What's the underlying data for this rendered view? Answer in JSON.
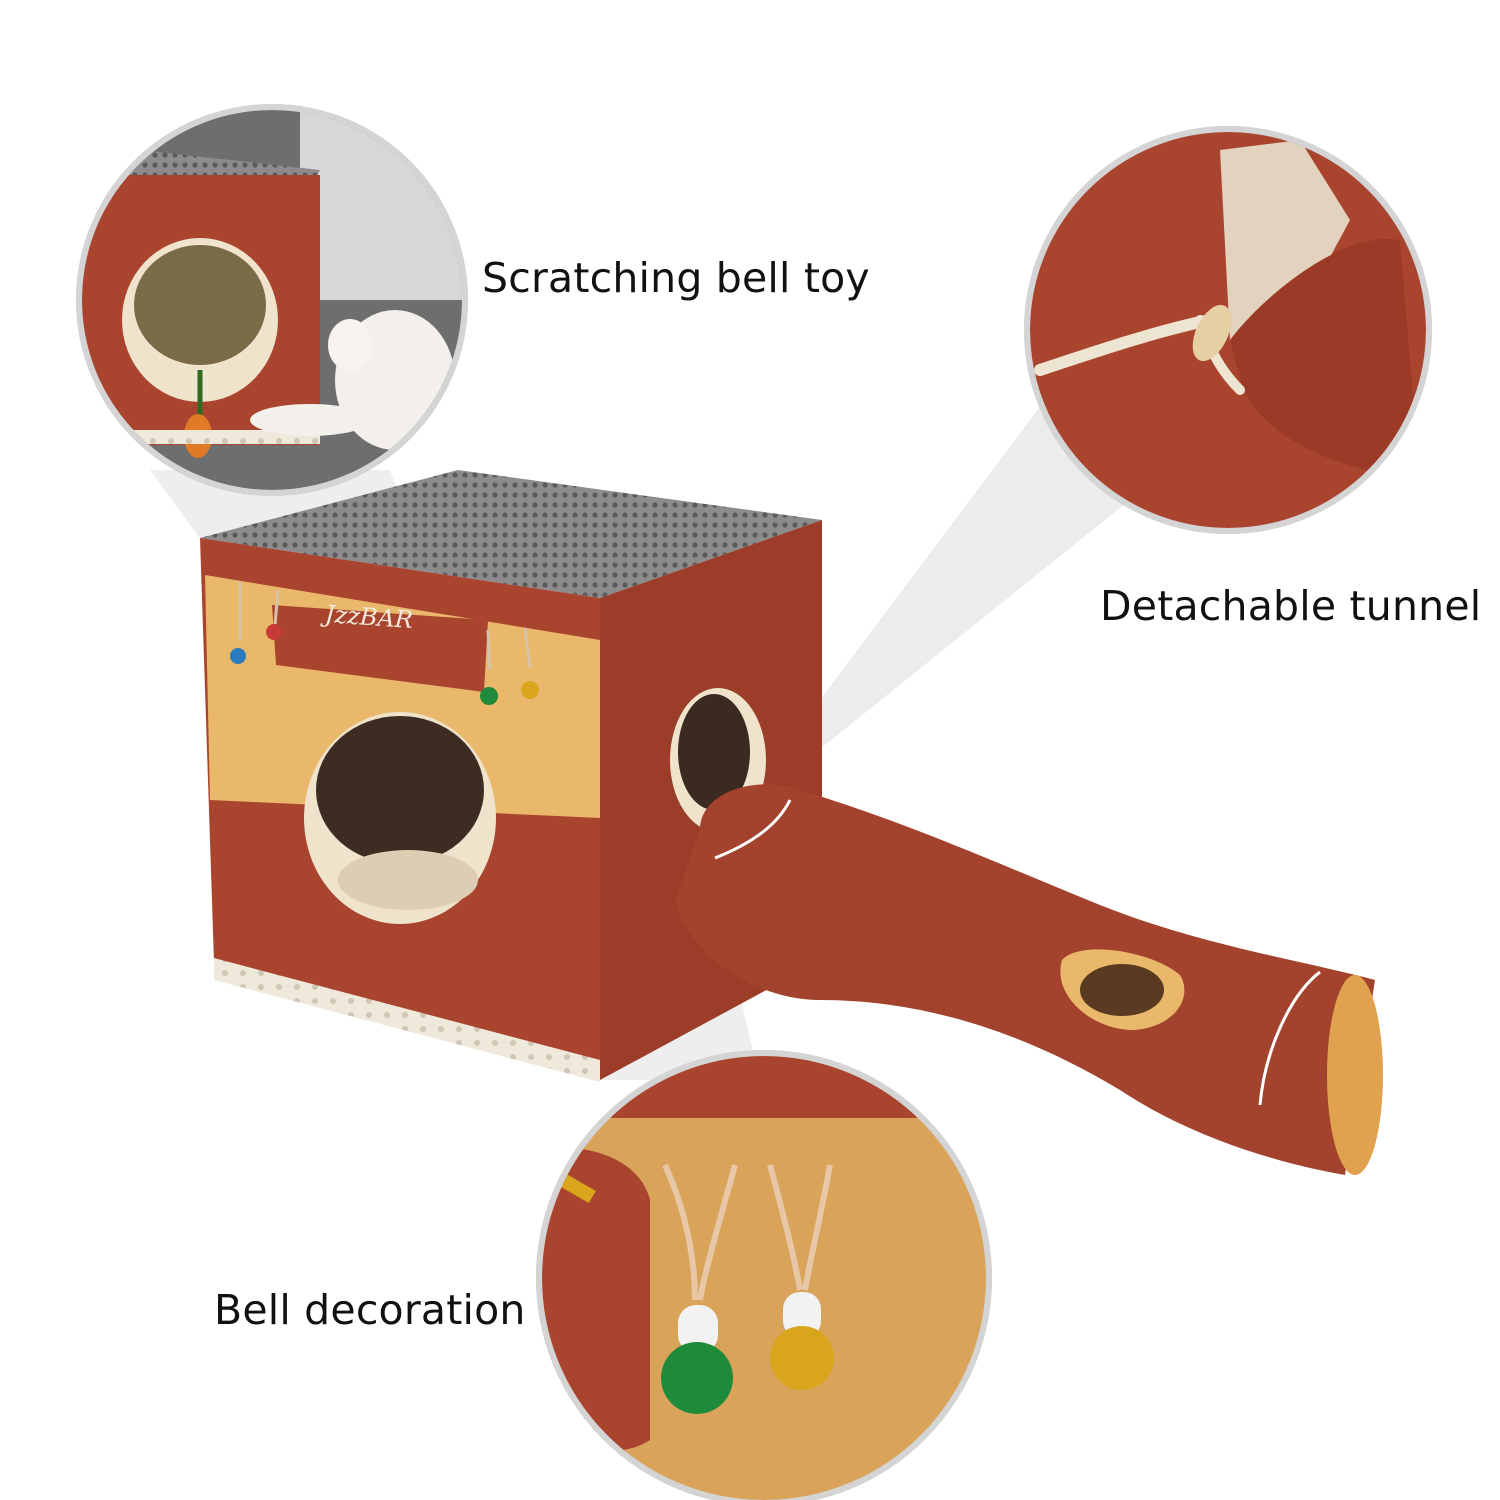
{
  "captions": {
    "scratching_bell_toy": "Scratching bell toy",
    "detachable_tunnel": "Detachable tunnel",
    "bell_decoration": "Bell decoration"
  },
  "product": {
    "sign_text": "JzzBAR"
  },
  "colors": {
    "rust": "#a9452f",
    "rust_dark": "#8a3524",
    "mustard": "#e9b86a",
    "mesh_gray": "#7d7d7d",
    "lace": "#e8e2d6",
    "bell_green": "#1f8a3a",
    "bell_gold": "#d8a51d",
    "bell_blue": "#2a7bbf"
  }
}
